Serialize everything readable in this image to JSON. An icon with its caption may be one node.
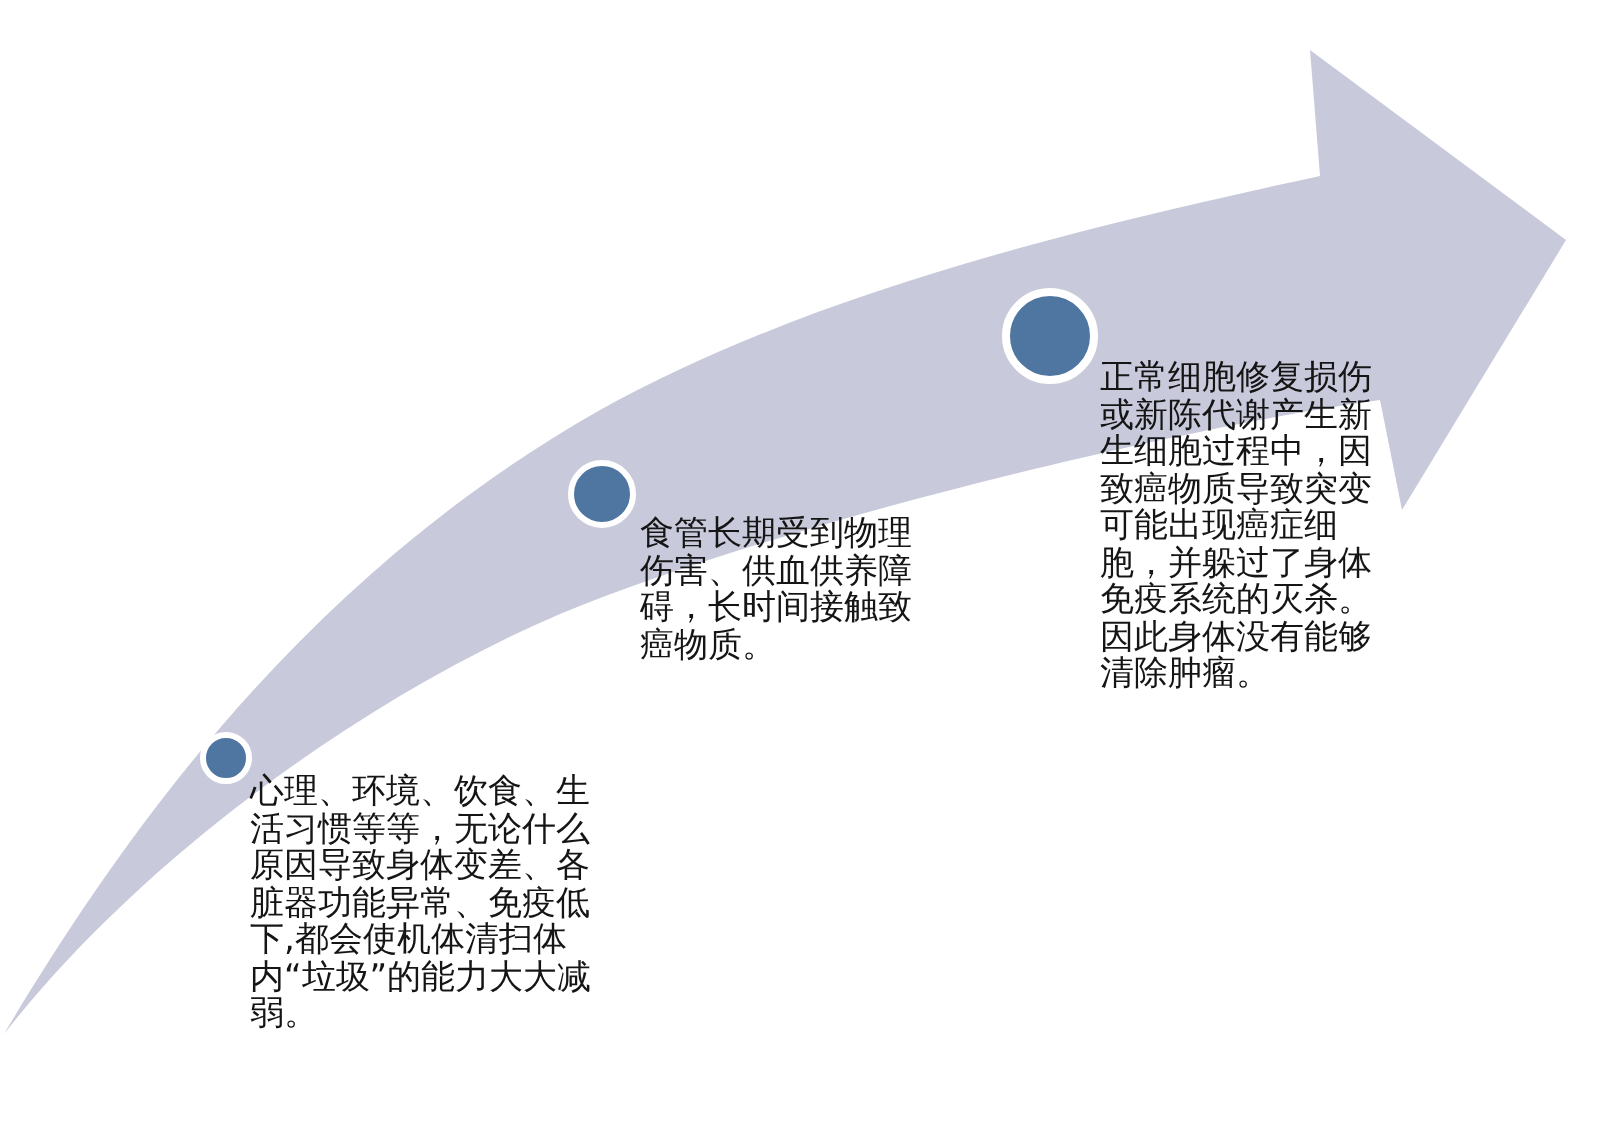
{
  "diagram": {
    "nodes": [
      {
        "text": [],
        "shape": "circle",
        "beside": [
          "心理、环境、饮食、生活习惯等等，无论什么原因导致身体变差、各脏器功能异常、免疫低下,都会使机体清扫体内“垃圾”的能力大大减弱。"
        ]
      },
      {
        "text": [],
        "shape": "circle",
        "beside": [
          "食管长期受到物理伤害、供血供养障碍，长时间接触致癌物质。"
        ]
      },
      {
        "text": [],
        "shape": "circle",
        "beside": [
          "正常细胞修复损伤或新陈代谢产生新生细胞过程中，因致癌物质导致突变可能出现癌症细胞，并躲过了身体免疫系统的灭杀。因此身体没有能够清除肿瘤。"
        ]
      }
    ]
  }
}
